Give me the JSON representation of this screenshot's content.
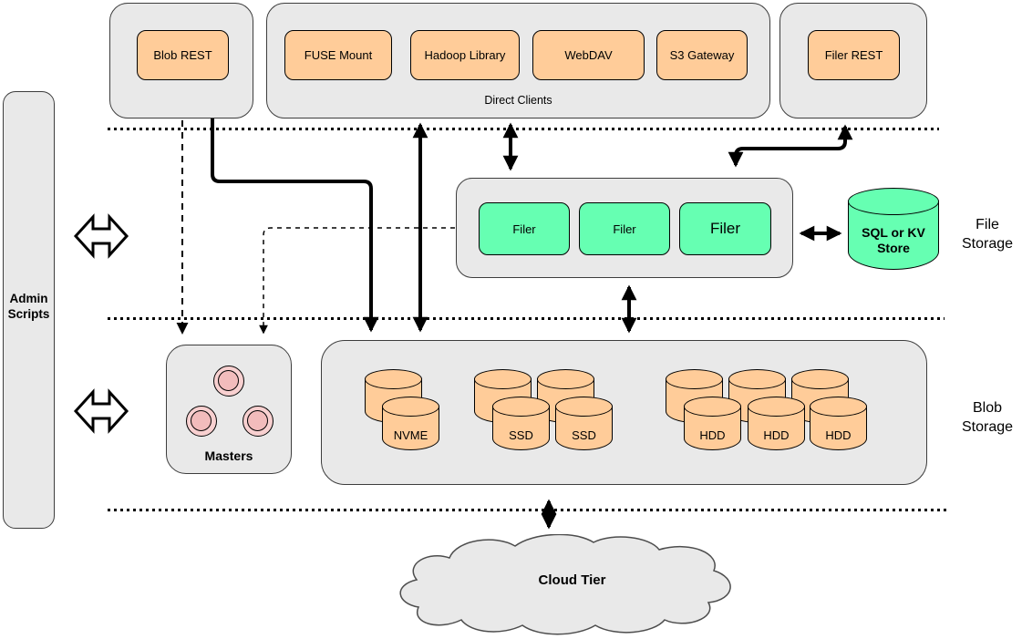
{
  "admin_bar": {
    "label": "Admin Scripts"
  },
  "top_row": {
    "blob_rest": {
      "label": "Blob REST"
    },
    "direct_clients": {
      "label": "Direct Clients",
      "items": [
        "FUSE Mount",
        "Hadoop Library",
        "WebDAV",
        "S3 Gateway"
      ]
    },
    "filer_rest": {
      "label": "Filer REST"
    }
  },
  "file_storage": {
    "section_label": "File Storage",
    "filers": [
      "Filer",
      "Filer",
      "Filer"
    ],
    "kv_store": {
      "label": "SQL or KV Store"
    }
  },
  "blob_storage": {
    "section_label": "Blob Storage",
    "masters": {
      "label": "Masters",
      "node_count": 3
    },
    "volumes": {
      "nvme": [
        "NVME"
      ],
      "ssd": [
        "SSD",
        "SSD"
      ],
      "hdd": [
        "HDD",
        "HDD",
        "HDD"
      ]
    }
  },
  "cloud": {
    "label": "Cloud Tier"
  },
  "colors": {
    "container_gray": "#e9e9e9",
    "client_orange": "#ffcc99",
    "filer_green": "#66ffb2",
    "master_pink_outer": "#f8d0d0",
    "master_pink_inner": "#f2bcbc",
    "line_black": "#000000"
  }
}
